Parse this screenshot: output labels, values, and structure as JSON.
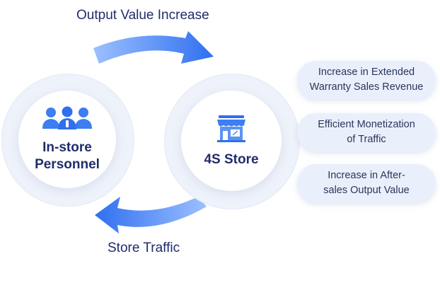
{
  "flow": {
    "top_label": "Output Value Increase",
    "bottom_label": "Store Traffic"
  },
  "nodes": {
    "personnel": {
      "line1": "In-store",
      "line2": "Personnel",
      "icon": "people-icon"
    },
    "store": {
      "label": "4S Store",
      "icon": "store-icon"
    }
  },
  "benefits": [
    {
      "line1": "Increase in Extended",
      "line2": "Warranty Sales Revenue"
    },
    {
      "line1": "Efficient Monetization",
      "line2": "of Traffic"
    },
    {
      "line1": "Increase in After-",
      "line2": "sales Output Value"
    }
  ],
  "colors": {
    "accent": "#3d7ef0",
    "title": "#1f2d6b",
    "pill_bg": "#eaf0fb",
    "circle_bg": "#eef2fa"
  }
}
